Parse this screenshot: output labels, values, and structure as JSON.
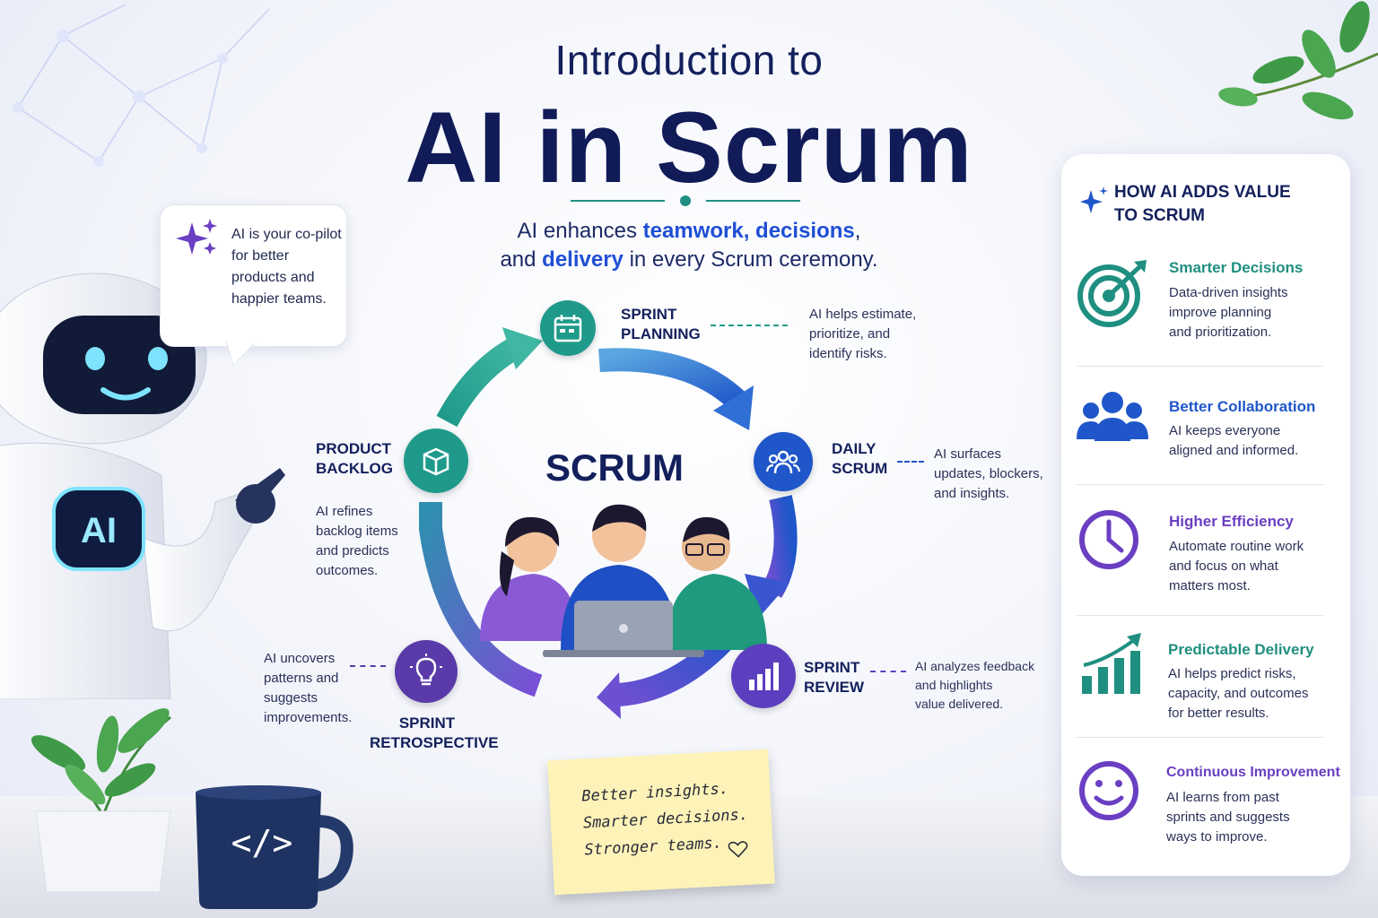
{
  "header": {
    "title_small": "Introduction to",
    "title_big": "AI in Scrum",
    "subtitle_line1_pre": "AI enhances ",
    "subtitle_word1": "teamwork,",
    "subtitle_word2": "decisions",
    "subtitle_line1_post": ",",
    "subtitle_line2_pre": "and ",
    "subtitle_word3": "delivery",
    "subtitle_line2_post": " in every Scrum ceremony."
  },
  "speech_bubble": {
    "text": "AI is your co-pilot for better products and happier teams."
  },
  "robot": {
    "chest_label": "AI"
  },
  "cycle": {
    "center_label": "SCRUM",
    "stages": [
      {
        "label_line1": "SPRINT",
        "label_line2": "PLANNING",
        "desc": [
          "AI helps estimate,",
          "prioritize, and",
          "identify risks."
        ],
        "icon": "calendar-icon",
        "color": "#1f9a8a"
      },
      {
        "label_line1": "DAILY",
        "label_line2": "SCRUM",
        "desc": [
          "AI surfaces",
          "updates, blockers,",
          "and insights."
        ],
        "icon": "team-icon",
        "color": "#1f56c9"
      },
      {
        "label_line1": "SPRINT",
        "label_line2": "REVIEW",
        "desc": [
          "AI analyzes feedback",
          "and highlights",
          "value delivered."
        ],
        "icon": "bar-chart-icon",
        "color": "#5b3fbf"
      },
      {
        "label_line1": "SPRINT",
        "label_line2": "RETROSPECTIVE",
        "desc": [
          "AI uncovers",
          "patterns and",
          "suggests",
          "improvements."
        ],
        "icon": "lightbulb-icon",
        "color": "#5a3aa8"
      },
      {
        "label_line1": "PRODUCT",
        "label_line2": "BACKLOG",
        "desc": [
          "AI refines",
          "backlog items",
          "and predicts",
          "outcomes."
        ],
        "icon": "box-icon",
        "color": "#1f9a8a"
      }
    ]
  },
  "value_panel": {
    "title_line1": "HOW AI ADDS VALUE",
    "title_line2": "TO SCRUM",
    "items": [
      {
        "title": "Smarter Decisions",
        "desc": [
          "Data-driven insights",
          "improve planning",
          "and prioritization."
        ],
        "icon": "target-icon",
        "color": "#1f8f80"
      },
      {
        "title": "Better Collaboration",
        "desc": [
          "AI keeps everyone",
          "aligned and informed."
        ],
        "icon": "people-icon",
        "color": "#1f56c9"
      },
      {
        "title": "Higher Efficiency",
        "desc": [
          "Automate routine work",
          "and focus on what",
          "matters most."
        ],
        "icon": "clock-icon",
        "color": "#6a3fc2"
      },
      {
        "title": "Predictable Delivery",
        "desc": [
          "AI helps predict risks,",
          "capacity, and outcomes",
          "for better results."
        ],
        "icon": "growth-chart-icon",
        "color": "#1f8f80"
      },
      {
        "title": "Continuous Improvement",
        "desc": [
          "AI learns from past",
          "sprints and suggests",
          "ways to improve."
        ],
        "icon": "smiley-icon",
        "color": "#6a3fc2"
      }
    ]
  },
  "sticky_note": {
    "lines": [
      "Better insights.",
      "Smarter decisions.",
      "Stronger teams."
    ]
  },
  "mug": {
    "label": "</>"
  }
}
